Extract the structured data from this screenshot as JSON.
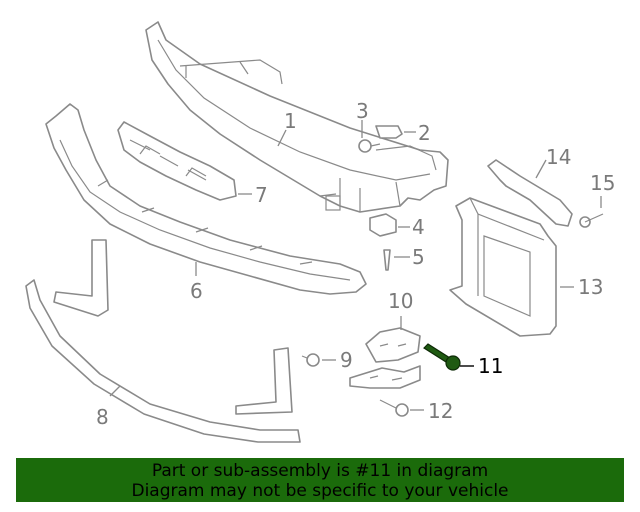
{
  "callouts": {
    "c1": "1",
    "c2": "2",
    "c3": "3",
    "c4": "4",
    "c5": "5",
    "c6": "6",
    "c7": "7",
    "c8": "8",
    "c9": "9",
    "c10": "10",
    "c11": "11",
    "c12": "12",
    "c13": "13",
    "c14": "14",
    "c15": "15"
  },
  "highlight": {
    "part": "11",
    "color": "#1b6b0b"
  },
  "footer": {
    "line1": "Part or sub-assembly is #11 in diagram",
    "line2": "Diagram may not be specific to your vehicle"
  }
}
